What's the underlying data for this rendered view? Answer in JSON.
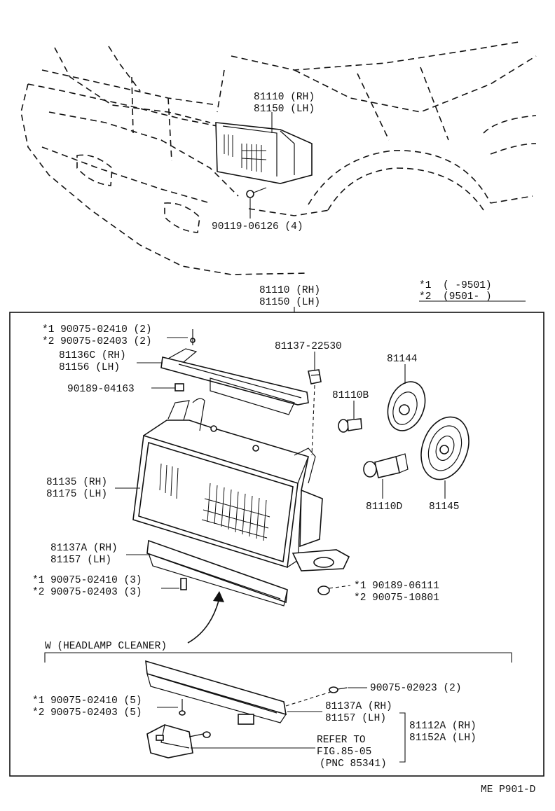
{
  "top": {
    "headlamp_assy": [
      "81110 (RH)",
      "81150 (LH)"
    ],
    "screw": "90119-06126 (4)"
  },
  "legend": {
    "row1_mark": "*1",
    "row1_range": "(     -9501)",
    "row2_mark": "*2",
    "row2_range": "(9501-     )"
  },
  "box_header": [
    "81110 (RH)",
    "81150 (LH)"
  ],
  "parts": {
    "top_screw": [
      "*1  90075-02410 (2)",
      "*2  90075-02403 (2)"
    ],
    "upper_retainer": [
      "81136C (RH)",
      "81156  (LH)"
    ],
    "nut_upper": "90189-04163",
    "clip": "81137-22530",
    "bulb_small": "81110B",
    "socket_cover": "81144",
    "headlamp_unit": [
      "81135 (RH)",
      "81175 (LH)"
    ],
    "bulb_main": "81110D",
    "rubber_cover": "81145",
    "lower_retainer": [
      "81137A (RH)",
      "81157  (LH)"
    ],
    "lower_screw": [
      "*1  90075-02410 (3)",
      "*2  90075-02403 (3)"
    ],
    "side_nut": [
      "*1  90189-06111",
      "*2  90075-10801"
    ]
  },
  "cleaner": {
    "title": "W (HEADLAMP CLEANER)",
    "screw_right": "90075-02023 (2)",
    "retainer": [
      "81137A (RH)",
      "81157  (LH)"
    ],
    "bracket": [
      "81112A (RH)",
      "81152A (LH)"
    ],
    "screw_left": [
      "*1  90075-02410 (5)",
      "*2  90075-02403 (5)"
    ],
    "refer": [
      "REFER TO",
      "FIG.85-05",
      "(PNC 85341)"
    ]
  },
  "footer": "ME P901-D"
}
